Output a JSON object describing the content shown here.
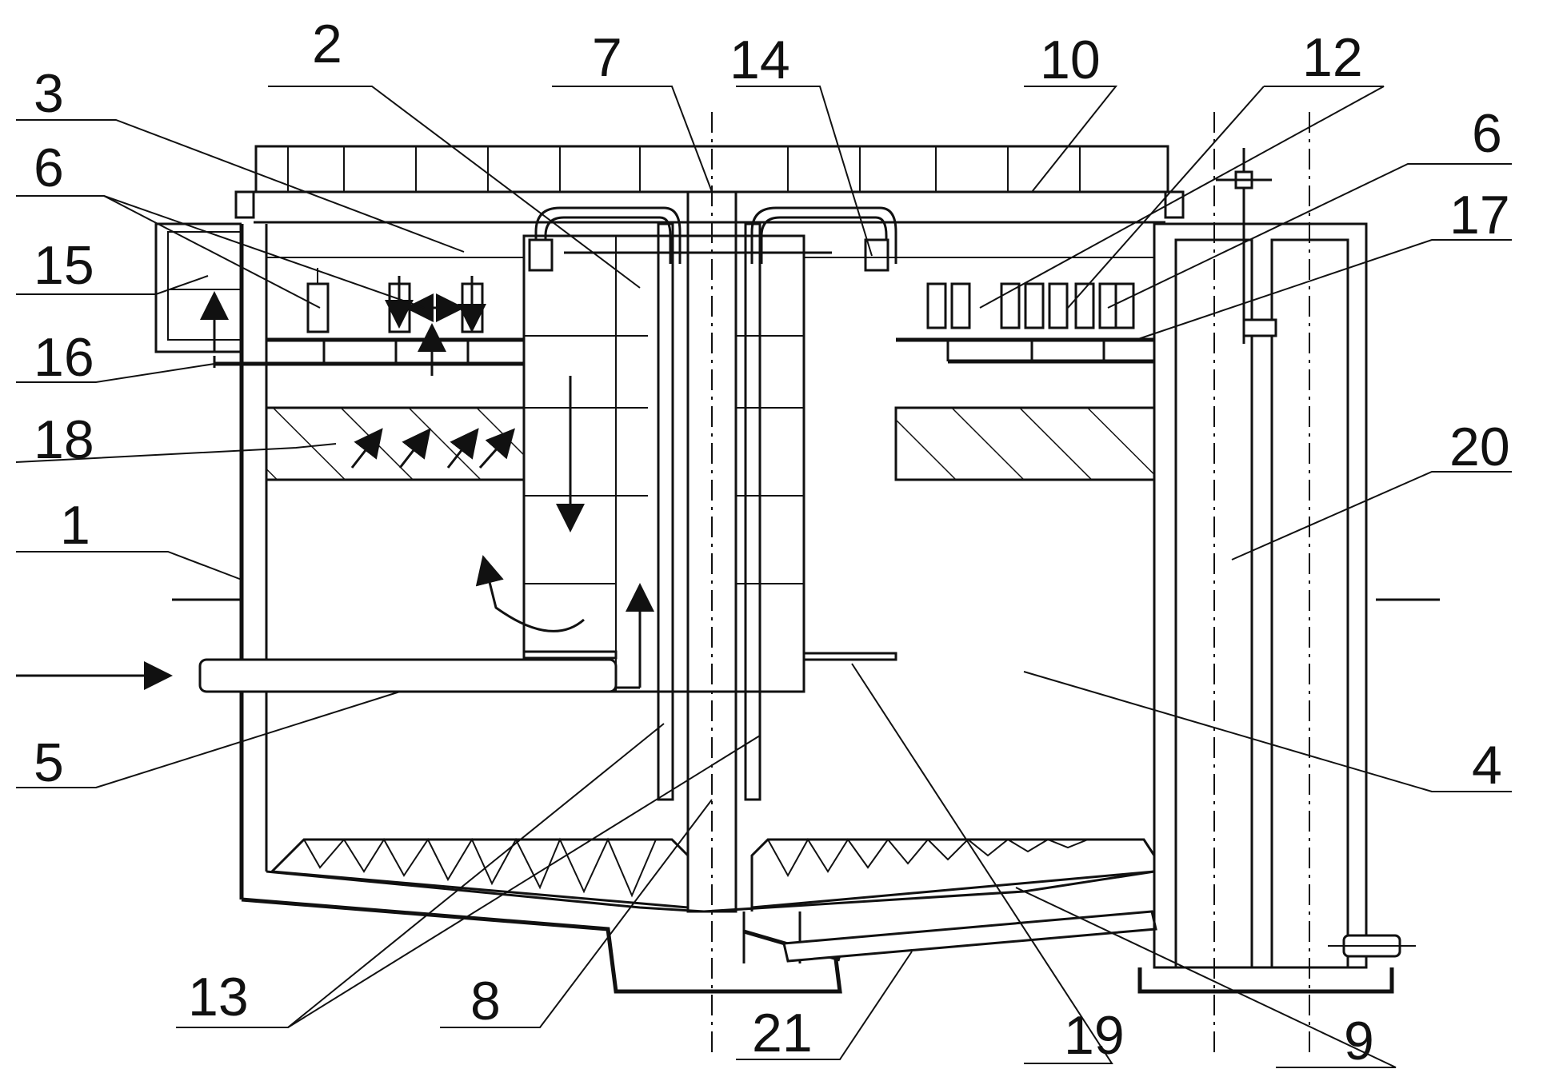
{
  "figure": {
    "labels": [
      {
        "id": "label-2",
        "text": "2"
      },
      {
        "id": "label-3",
        "text": "3"
      },
      {
        "id": "label-6a",
        "text": "6"
      },
      {
        "id": "label-15",
        "text": "15"
      },
      {
        "id": "label-16",
        "text": "16"
      },
      {
        "id": "label-18",
        "text": "18"
      },
      {
        "id": "label-1",
        "text": "1"
      },
      {
        "id": "label-5",
        "text": "5"
      },
      {
        "id": "label-7",
        "text": "7"
      },
      {
        "id": "label-14",
        "text": "14"
      },
      {
        "id": "label-10",
        "text": "10"
      },
      {
        "id": "label-12",
        "text": "12"
      },
      {
        "id": "label-6b",
        "text": "6"
      },
      {
        "id": "label-17",
        "text": "17"
      },
      {
        "id": "label-20",
        "text": "20"
      },
      {
        "id": "label-4",
        "text": "4"
      },
      {
        "id": "label-13",
        "text": "13"
      },
      {
        "id": "label-8",
        "text": "8"
      },
      {
        "id": "label-21",
        "text": "21"
      },
      {
        "id": "label-19",
        "text": "19"
      },
      {
        "id": "label-9",
        "text": "9"
      }
    ]
  }
}
